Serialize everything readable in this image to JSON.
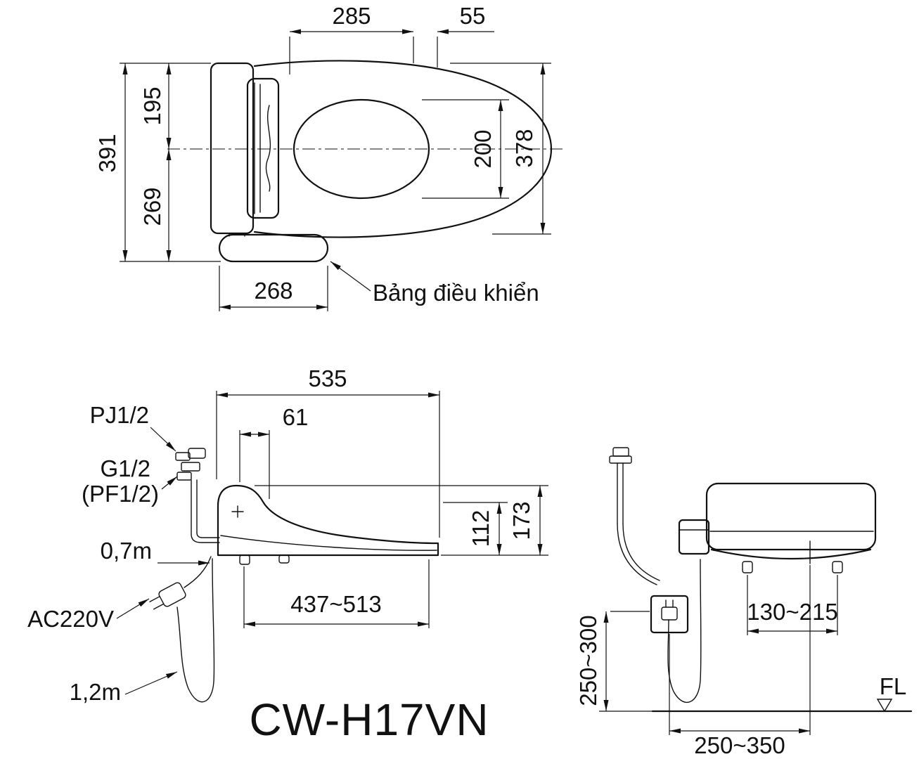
{
  "drawing": {
    "model": "CW-H17VN",
    "top_view": {
      "dim_lid_length": "285",
      "dim_lid_front": "55",
      "dim_height_total": "391",
      "dim_height_upper": "195",
      "dim_height_lower": "269",
      "dim_opening_width": "200",
      "dim_seat_width": "378",
      "dim_base_width": "268",
      "control_panel_label": "Bảng điều khiển"
    },
    "side_view": {
      "dim_length": "535",
      "dim_hinge_offset": "61",
      "fitting_top_label": "PJ1/2",
      "fitting_mid_label": "G1/2",
      "fitting_mid_label_alt": "(PF1/2)",
      "hose_length_label": "0,7m",
      "power_label": "AC220V",
      "cord_length_label": "1,2m",
      "dim_bolt_range": "437~513",
      "dim_seat_height": "112",
      "dim_total_height": "173"
    },
    "rear_view": {
      "dim_foot_range": "130~215",
      "dim_outlet_height": "250~300",
      "dim_outlet_offset": "250~350",
      "floor_label": "FL"
    }
  }
}
